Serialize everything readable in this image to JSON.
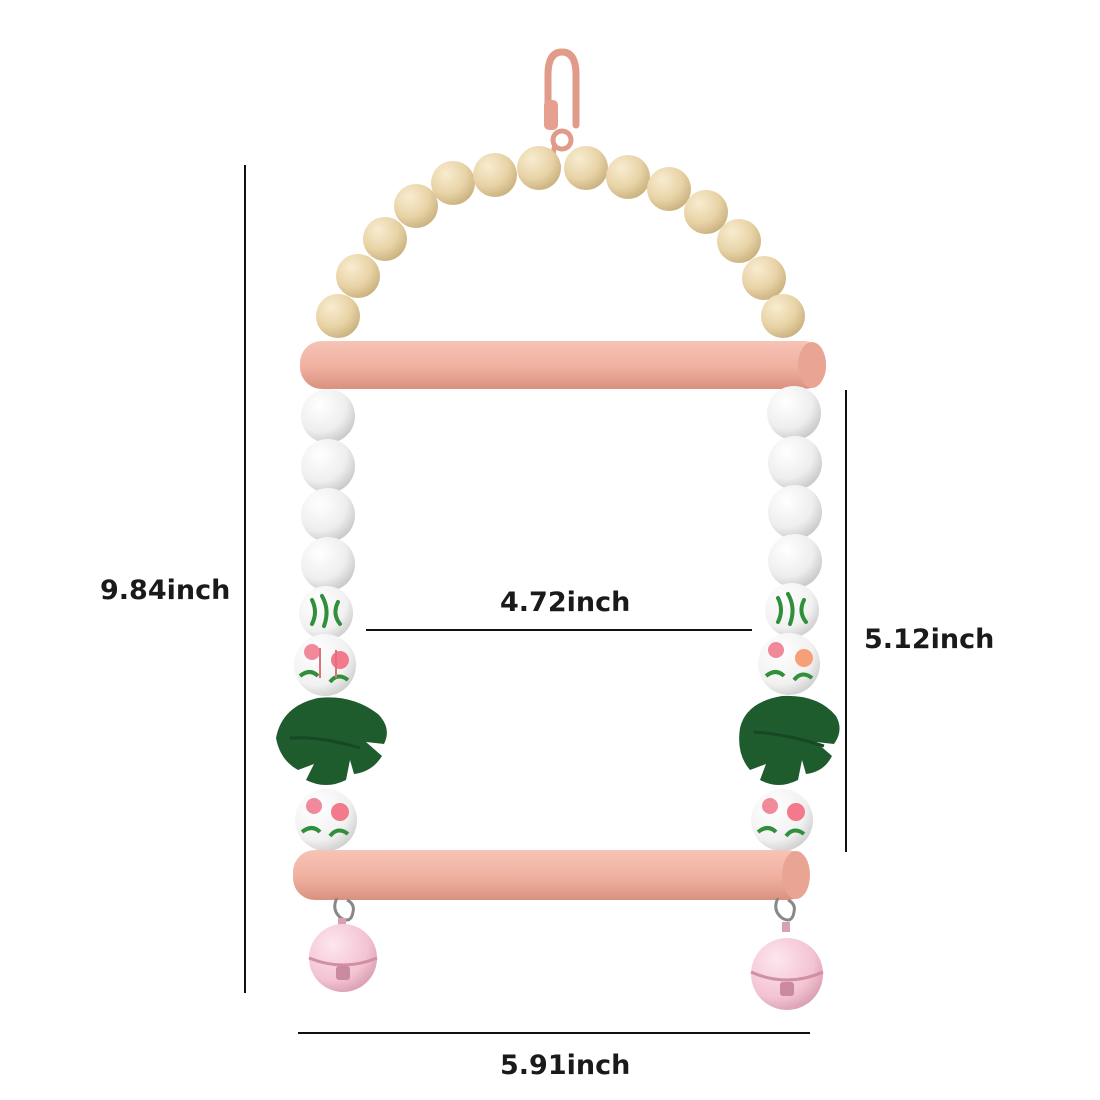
{
  "product": {
    "name": "wooden bird swing toy",
    "colors": {
      "perch": "#f0b3a3",
      "perch_shadow": "#d9917f",
      "arch_bead": "#e8d3a6",
      "white_bead": "#f3f3f3",
      "leaf": "#1e5c2e",
      "bell": "#f4c6d4",
      "clip": "#e5a08f"
    }
  },
  "dimensions": {
    "height": "9.84inch",
    "inner_width": "4.72inch",
    "inner_height": "5.12inch",
    "overall_width": "5.91inch"
  }
}
